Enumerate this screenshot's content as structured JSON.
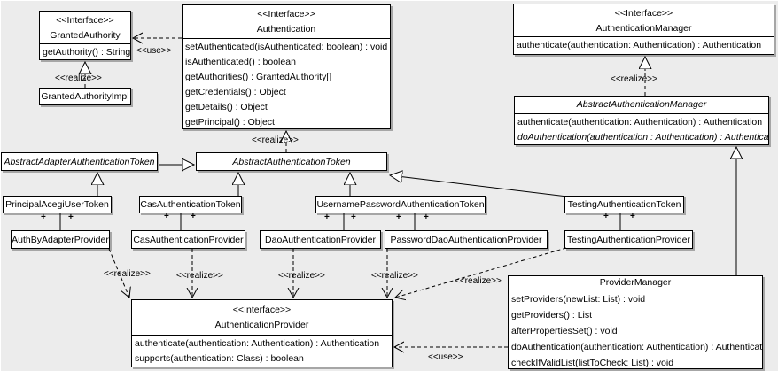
{
  "diagram": {
    "background": "#ececec",
    "box_fill": "#ffffff",
    "box_border": "#000000",
    "shadow_color": "#a6a6a6"
  },
  "classes": {
    "granted_authority": {
      "stereotype": "<<Interface>>",
      "name": "GrantedAuthority",
      "methods": [
        "getAuthority() : String"
      ]
    },
    "granted_authority_impl": {
      "name": "GrantedAuthorityImpl"
    },
    "authentication": {
      "stereotype": "<<Interface>>",
      "name": "Authentication",
      "methods": [
        "setAuthenticated(isAuthenticated: boolean) : void",
        "isAuthenticated() : boolean",
        "getAuthorities() : GrantedAuthority[]",
        "getCredentials() : Object",
        "getDetails() : Object",
        "getPrincipal() : Object"
      ]
    },
    "authentication_manager": {
      "stereotype": "<<Interface>>",
      "name": "AuthenticationManager",
      "methods": [
        "authenticate(authentication: Authentication) : Authentication"
      ]
    },
    "abstract_authentication_manager": {
      "name": "AbstractAuthenticationManager",
      "methods": [
        "authenticate(authentication: Authentication) : Authentication",
        "doAuthentication(authentication : Authentication) : Authentication"
      ]
    },
    "abstract_adapter_authentication_token": {
      "name": "AbstractAdapterAuthenticationToken"
    },
    "abstract_authentication_token": {
      "name": "AbstractAuthenticationToken"
    },
    "principal_acegi_user_token": {
      "name": "PrincipalAcegiUserToken"
    },
    "cas_authentication_token": {
      "name": "CasAuthenticationToken"
    },
    "username_password_authentication_token": {
      "name": "UsernamePasswordAuthenticationToken"
    },
    "testing_authentication_token": {
      "name": "TestingAuthenticationToken"
    },
    "auth_by_adapter_provider": {
      "name": "AuthByAdapterProvider"
    },
    "cas_authentication_provider": {
      "name": "CasAuthenticationProvider"
    },
    "dao_authentication_provider": {
      "name": "DaoAuthenticationProvider"
    },
    "password_dao_authentication_provider": {
      "name": "PasswordDaoAuthenticationProvider"
    },
    "testing_authentication_provider": {
      "name": "TestingAuthenticationProvider"
    },
    "authentication_provider": {
      "stereotype": "<<Interface>>",
      "name": "AuthenticationProvider",
      "methods": [
        "authenticate(authentication: Authentication) : Authentication",
        "supports(authentication: Class) : boolean"
      ]
    },
    "provider_manager": {
      "name": "ProviderManager",
      "methods": [
        "setProviders(newList: List) : void",
        "getProviders() : List",
        "afterPropertiesSet() : void",
        "doAuthentication(authentication: Authentication) : Authentication",
        "checkIfValidList(listToCheck: List) : void"
      ]
    }
  },
  "edge_labels": {
    "use_granted_authority": "<<use>>",
    "realize_granted_authority": "<<realize>>",
    "realize_authentication": "<<realize>>",
    "realize_authentication_manager": "<<realize>>",
    "realize_auth_by_adapter": "<<realize>>",
    "realize_cas": "<<realize>>",
    "realize_dao": "<<realize>>",
    "realize_password_dao": "<<realize>>",
    "realize_testing": "<<realize>>",
    "use_authentication_provider": "<<use>>",
    "plus": "+"
  }
}
